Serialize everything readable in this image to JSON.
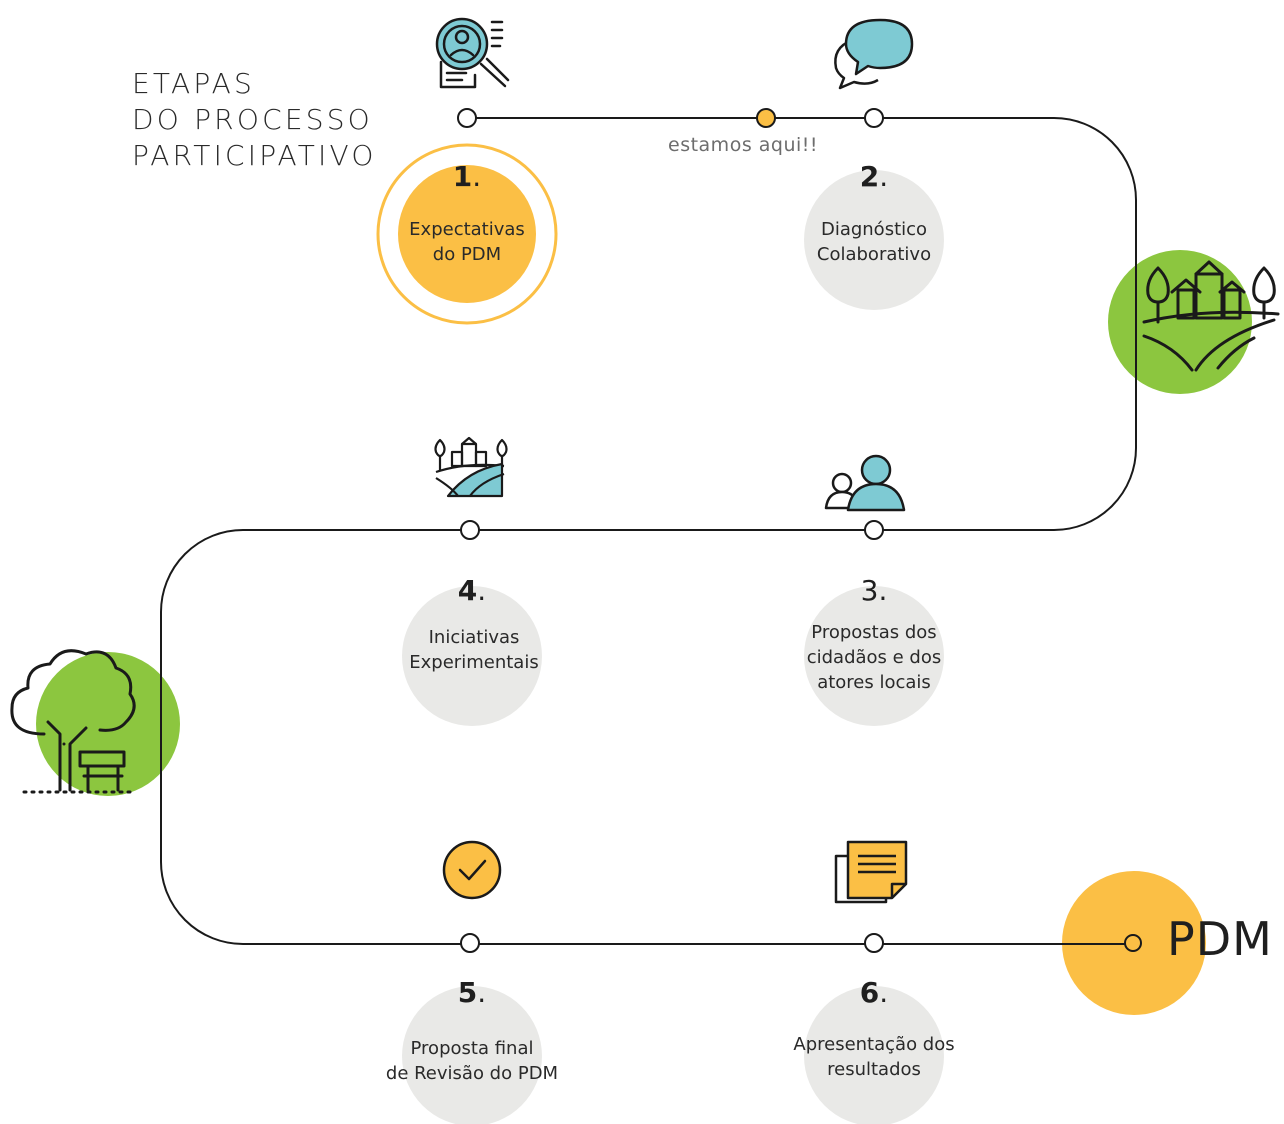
{
  "title_lines": [
    "ETAPAS",
    "DO PROCESSO",
    "PARTICIPATIVO"
  ],
  "current_marker_label": "estamos aqui!!",
  "stages": [
    {
      "number": "1",
      "label": "Expectativas\ndo PDM"
    },
    {
      "number": "2",
      "label": "Diagnóstico\nColaborativo"
    },
    {
      "number": "3",
      "label": "Propostas dos\ncidadãos e dos\natores locais"
    },
    {
      "number": "4",
      "label": "Iniciativas\nExperimentais"
    },
    {
      "number": "5",
      "label": "Proposta final\nde Revisão do PDM"
    },
    {
      "number": "6",
      "label": "Apresentação dos\nresultados"
    }
  ],
  "end_label": "PDM",
  "colors": {
    "path_line": "#1a1a1a",
    "active_circle": "#fbbf45",
    "inactive_circle": "#e9e9e7",
    "green_accent": "#8cc63f",
    "blue_accent": "#7ecad3",
    "node_fill": "#ffffff"
  },
  "icons": {
    "stage_1": "profile-search-icon",
    "stage_2": "speech-bubbles-icon",
    "stage_3": "people-icon",
    "stage_4": "village-landscape-icon",
    "stage_5": "checkmark-circle-icon",
    "stage_6": "documents-icon",
    "right_decoration": "village-landscape-icon",
    "left_decoration": "tree-bench-icon"
  }
}
